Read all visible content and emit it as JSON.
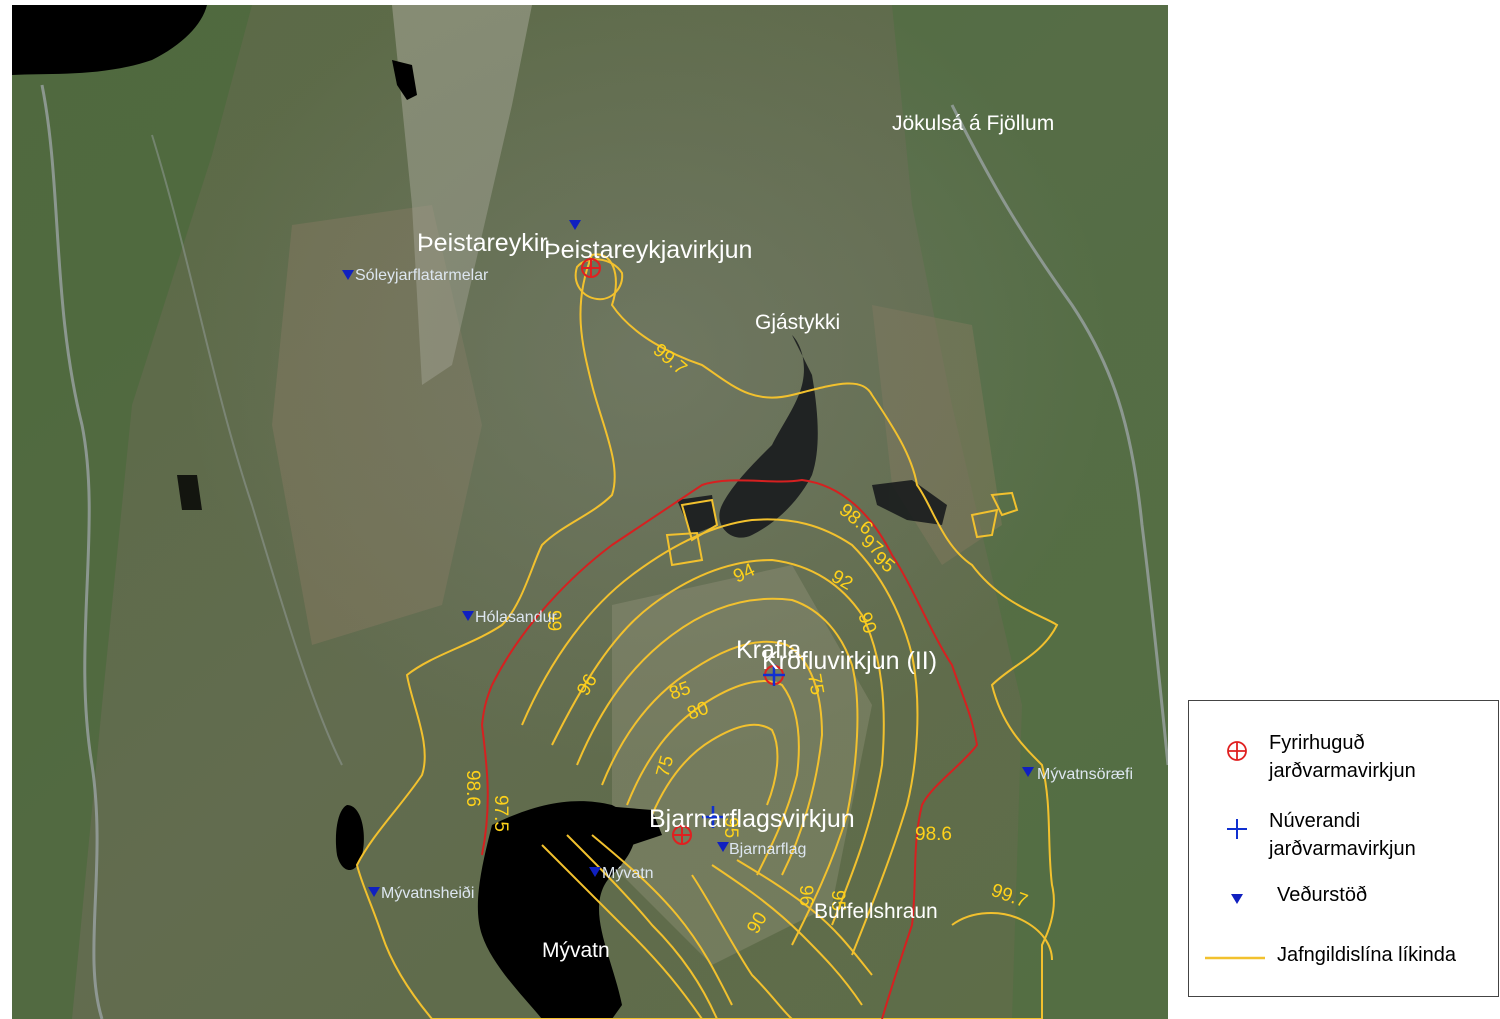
{
  "colors": {
    "contour": "#f2c12e",
    "critical_contour": "#d62020",
    "planned_plant": "#e02020",
    "current_plant": "#1030d0",
    "station": "#1020c0",
    "lake": "#000000",
    "terrain": "#5b6b48"
  },
  "map": {
    "place_labels": [
      {
        "id": "jokulsa",
        "text": "Jökulsá á Fjöllum"
      },
      {
        "id": "theistareykir",
        "text": "Þeistareykir"
      },
      {
        "id": "theistareykjavirkjun",
        "text": "Þeistareykjavirkjun"
      },
      {
        "id": "gjastykki",
        "text": "Gjástykki"
      },
      {
        "id": "krafla",
        "text": "Krafla"
      },
      {
        "id": "kroefluvirkjun",
        "text": "Kröfluvirkjun (II)"
      },
      {
        "id": "bjarnarflagsvirkjun",
        "text": "Bjarnarflagsvirkjun"
      },
      {
        "id": "burfellshraun",
        "text": "Búrfellshraun"
      },
      {
        "id": "myvatn",
        "text": "Mývatn"
      }
    ],
    "station_labels": [
      {
        "id": "soleyjarfl",
        "text": "Sóleyjarflatarmelar"
      },
      {
        "id": "holasandur",
        "text": "Hólasandur"
      },
      {
        "id": "myvatnsoraefi",
        "text": "Mývatnsöræfi"
      },
      {
        "id": "myvatnsheidi",
        "text": "Mývatnsheiði"
      },
      {
        "id": "myvatn_st",
        "text": "Mývatn"
      },
      {
        "id": "bjarnarflag",
        "text": "Bjarnarflag"
      },
      {
        "id": "theist_st",
        "text": ""
      }
    ],
    "contour_labels": [
      {
        "id": "c997a",
        "text": "99.7"
      },
      {
        "id": "c986a",
        "text": "98.6"
      },
      {
        "id": "c97",
        "text": "97"
      },
      {
        "id": "c95",
        "text": "95"
      },
      {
        "id": "c92",
        "text": "92"
      },
      {
        "id": "c94",
        "text": "94"
      },
      {
        "id": "c90",
        "text": "90"
      },
      {
        "id": "c99",
        "text": "99"
      },
      {
        "id": "c96a",
        "text": "96"
      },
      {
        "id": "c85",
        "text": "85"
      },
      {
        "id": "c80",
        "text": "80"
      },
      {
        "id": "c75a",
        "text": "75"
      },
      {
        "id": "c75b",
        "text": "75"
      },
      {
        "id": "c986b",
        "text": "98.6"
      },
      {
        "id": "c975",
        "text": "97.5"
      },
      {
        "id": "c95b",
        "text": "95"
      },
      {
        "id": "c986c",
        "text": "98.6"
      },
      {
        "id": "c90b",
        "text": "90"
      },
      {
        "id": "c96b",
        "text": "96"
      },
      {
        "id": "c95c",
        "text": "95"
      },
      {
        "id": "c997b",
        "text": "99.7"
      }
    ]
  },
  "legend": {
    "items": [
      {
        "id": "planned",
        "icon": "circle-plus-icon",
        "text": "Fyrirhuguð jarðvarmavirkjun"
      },
      {
        "id": "current",
        "icon": "plus-icon",
        "text": "Núverandi jarðvarmavirkjun"
      },
      {
        "id": "station",
        "icon": "triangle-down-icon",
        "text": "Veðurstöð"
      },
      {
        "id": "contour",
        "icon": "line-icon",
        "text": "Jafngildislína líkinda"
      }
    ]
  }
}
